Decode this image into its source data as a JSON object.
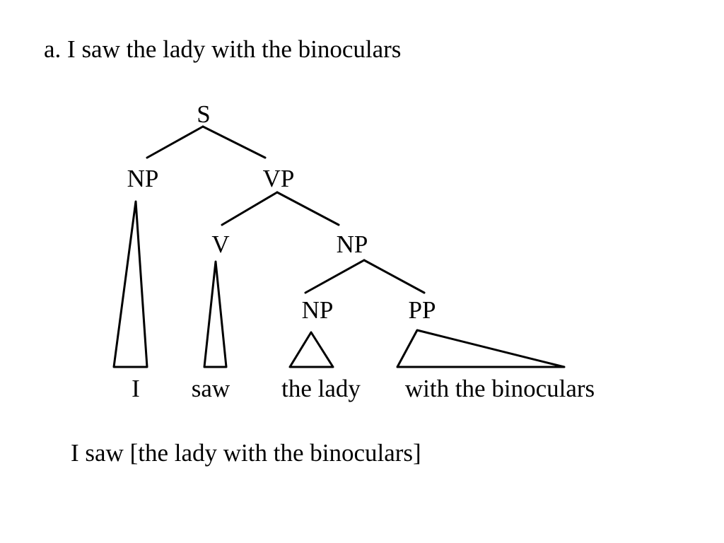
{
  "slide": {
    "title": "a. I saw the lady with the binoculars",
    "caption": "I saw [the lady with the binoculars]"
  },
  "tree": {
    "labels": {
      "s": "S",
      "np_subject": "NP",
      "vp": "VP",
      "v": "V",
      "np_object": "NP",
      "np_inner": "NP",
      "pp": "PP"
    },
    "words": {
      "i": "I",
      "saw": "saw",
      "the_lady": "the lady",
      "with_the_binoculars": "with the binoculars"
    }
  }
}
